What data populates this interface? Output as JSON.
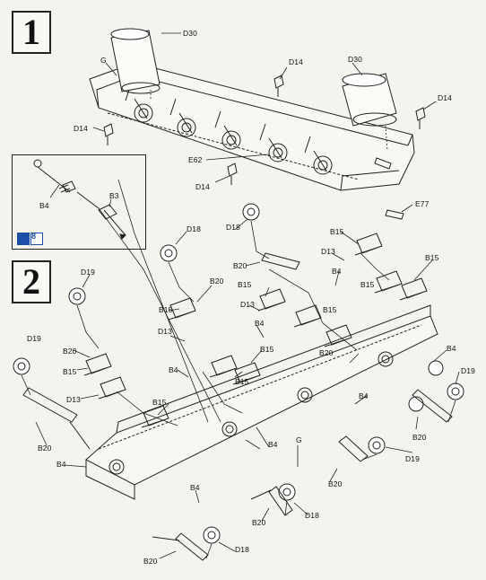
{
  "steps": {
    "one": "1",
    "two": "2"
  },
  "inset": {
    "glue_icon": "glue-brush-icon",
    "parts_badge": "8"
  },
  "labels": {
    "d30_a": "D30",
    "g_a": "G",
    "d14_a": "D14",
    "d30_b": "D30",
    "d14_b": "D14",
    "d14_c": "D14",
    "e62": "E62",
    "d14_d": "D14",
    "e77": "E77",
    "b4_inset": "B4",
    "b3_inset": "B3",
    "d18_a": "D18",
    "d18_b": "D18",
    "b20_a": "B20",
    "b15_a": "B15",
    "d13_a": "D13",
    "b15_b": "B15",
    "b4_a": "B4",
    "d19_a": "D19",
    "b20_b": "B20",
    "b15_c": "B15",
    "d13_b": "D13",
    "b15_d": "B15",
    "b4_b": "B4",
    "d13_c": "D13",
    "b15_e": "B15",
    "d19_b": "D19",
    "b20_c": "B20",
    "b15_f": "B15",
    "d13_d": "D13",
    "b15_g": "B15",
    "b4_c": "B4",
    "b4_d": "B4",
    "d19_c": "D19",
    "b20_d": "B20",
    "b4_e": "B4",
    "b4_f": "B4",
    "g_b": "G",
    "d19_d": "D19",
    "b20_e": "B20",
    "b4_g": "B4",
    "d18_c": "D18",
    "b20_f": "B20",
    "d18_d": "D18",
    "b20_g": "B20",
    "b20_h": "B20",
    "b15_h": "B15",
    "b15_i": "B15",
    "b4_h": "B4",
    "b15_j": "B15",
    "b20_i": "B20"
  }
}
